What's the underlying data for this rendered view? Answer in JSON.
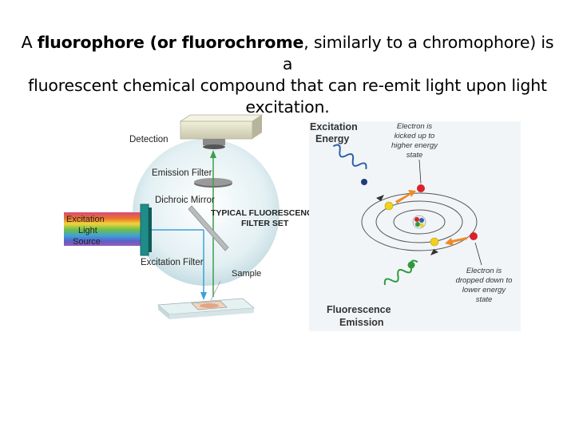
{
  "caption": {
    "term1": "fluorophore",
    "prefix": "A ",
    "paren_open": " (or ",
    "term2": "fluorochrome",
    "rest_line1": ", similarly to a chromophore) is a",
    "line2": "fluorescent chemical compound that can re-emit light upon light",
    "line3": "excitation."
  },
  "left_figure": {
    "labels": {
      "detection": "Detection",
      "emission_filter": "Emission Filter",
      "dichroic_mirror": "Dichroic Mirror",
      "typical_line1": "TYPICAL FLUORESCENCE",
      "typical_line2": "FILTER SET",
      "excitation_line1": "Excitation",
      "excitation_line2": "Light",
      "excitation_line3": "Source",
      "excitation_filter": "Excitation Filter",
      "sample": "Sample"
    }
  },
  "right_figure": {
    "labels": {
      "excitation_energy_line1": "Excitation",
      "excitation_energy_line2": "Energy",
      "kicked_line1": "Electron is",
      "kicked_line2": "kicked up to",
      "kicked_line3": "higher energy",
      "kicked_line4": "state",
      "dropped_line1": "Electron is",
      "dropped_line2": "dropped down to",
      "dropped_line3": "lower energy",
      "dropped_line4": "state",
      "fluorescence_line1": "Fluorescence",
      "fluorescence_line2": "Emission"
    },
    "colors": {
      "excitation_wave": "#2c5fa8",
      "emission_wave": "#2e9a3e",
      "electron_red": "#d8232a",
      "electron_yellow": "#f2d11b",
      "arrow_orange": "#f08a24"
    }
  }
}
